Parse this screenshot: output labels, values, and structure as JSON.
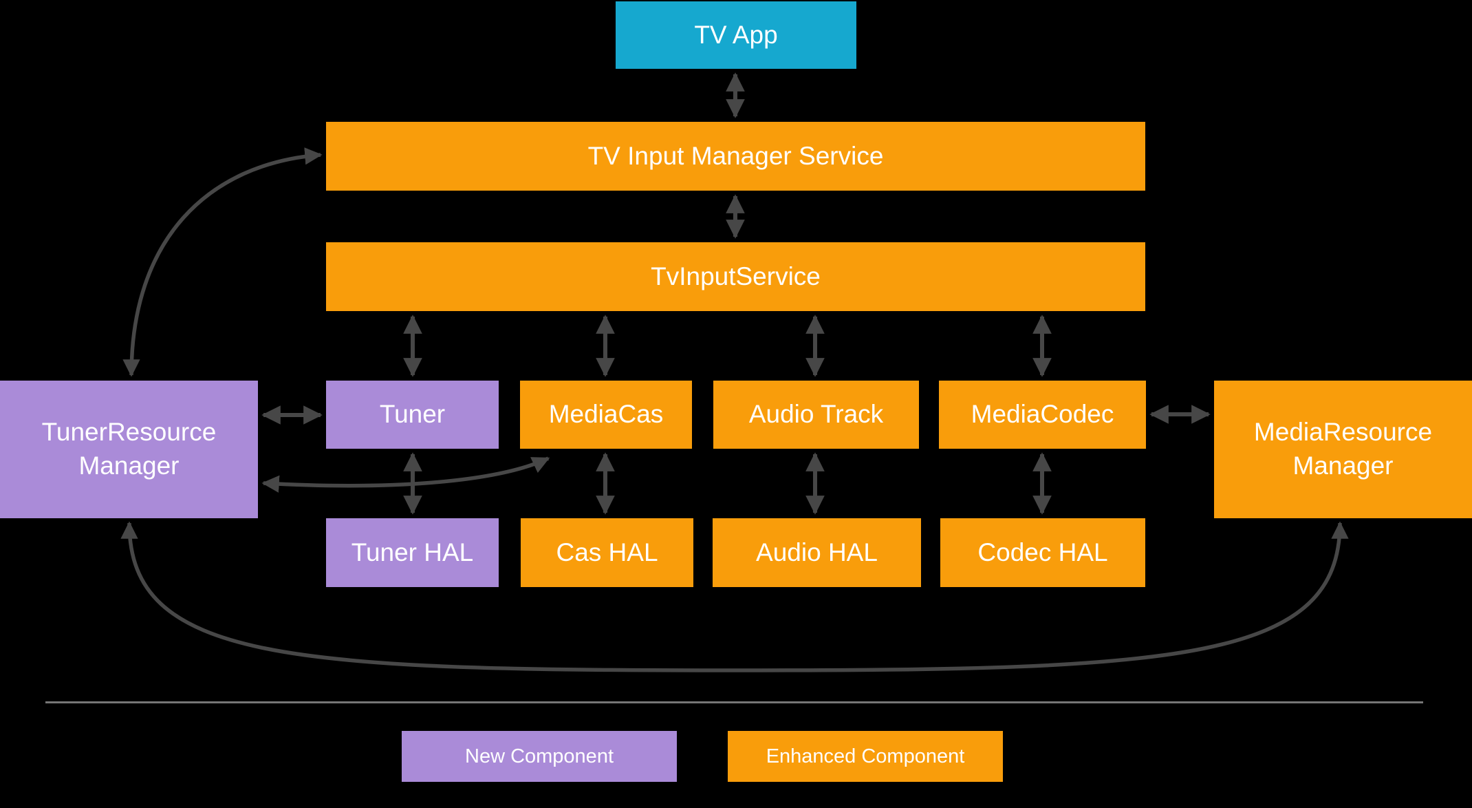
{
  "colors": {
    "bg": "#000000",
    "text": "#FFFFFF",
    "app": "#16A8CF",
    "enhanced": "#F99D0B",
    "new": "#AA8BD8",
    "arrow": "#474747",
    "divider": "#757575"
  },
  "nodes": {
    "tv_app": "TV App",
    "tv_input_manager_service": "TV Input Manager Service",
    "tv_input_service": "TvInputService",
    "tuner_resource_manager": "TunerResource\nManager",
    "tuner": "Tuner",
    "media_cas": "MediaCas",
    "audio_track": "Audio Track",
    "media_codec": "MediaCodec",
    "media_resource_manager": "MediaResource\nManager",
    "tuner_hal": "Tuner HAL",
    "cas_hal": "Cas HAL",
    "audio_hal": "Audio HAL",
    "codec_hal": "Codec HAL"
  },
  "edges": [
    {
      "from": "TV App",
      "to": "TV Input Manager Service",
      "bidirectional": true,
      "shape": "straight"
    },
    {
      "from": "TV Input Manager Service",
      "to": "TvInputService",
      "bidirectional": true,
      "shape": "straight"
    },
    {
      "from": "TvInputService",
      "to": "Tuner",
      "bidirectional": true,
      "shape": "straight"
    },
    {
      "from": "TvInputService",
      "to": "MediaCas",
      "bidirectional": true,
      "shape": "straight"
    },
    {
      "from": "TvInputService",
      "to": "Audio Track",
      "bidirectional": true,
      "shape": "straight"
    },
    {
      "from": "TvInputService",
      "to": "MediaCodec",
      "bidirectional": true,
      "shape": "straight"
    },
    {
      "from": "Tuner",
      "to": "Tuner HAL",
      "bidirectional": true,
      "shape": "straight"
    },
    {
      "from": "MediaCas",
      "to": "Cas HAL",
      "bidirectional": true,
      "shape": "straight"
    },
    {
      "from": "Audio Track",
      "to": "Audio HAL",
      "bidirectional": true,
      "shape": "straight"
    },
    {
      "from": "MediaCodec",
      "to": "Codec HAL",
      "bidirectional": true,
      "shape": "straight"
    },
    {
      "from": "TunerResource Manager",
      "to": "Tuner",
      "bidirectional": true,
      "shape": "straight"
    },
    {
      "from": "MediaCodec",
      "to": "MediaResource Manager",
      "bidirectional": true,
      "shape": "straight"
    },
    {
      "from": "TunerResource Manager",
      "to": "TV Input Manager Service",
      "bidirectional": true,
      "shape": "curve"
    },
    {
      "from": "TunerResource Manager",
      "to": "MediaCas",
      "bidirectional": true,
      "shape": "curve"
    },
    {
      "from": "TunerResource Manager",
      "to": "MediaResource Manager",
      "bidirectional": true,
      "shape": "curve"
    }
  ],
  "legend": {
    "new_label": "New Component",
    "enhanced_label": "Enhanced Component"
  }
}
